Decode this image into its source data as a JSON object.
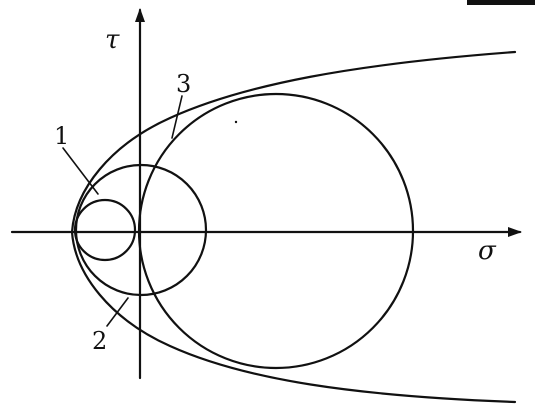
{
  "axes": {
    "horizontal_label": "σ",
    "vertical_label": "τ"
  },
  "labels": {
    "circle_1": "1",
    "circle_2": "2",
    "circle_3": "3"
  }
}
